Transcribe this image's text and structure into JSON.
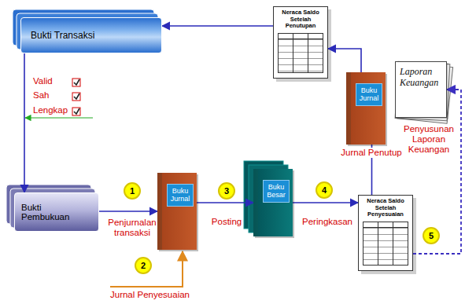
{
  "diagram": {
    "nodes": [
      {
        "text": [
          "Bukti Transaksi"
        ]
      },
      {
        "text": [
          "Neraca Saldo Setelah Penutupan"
        ]
      },
      {
        "text": [
          "Buku Jurnal"
        ]
      },
      {
        "text": [
          "Laporan Keuangan"
        ]
      },
      {
        "text": [
          "Bukti Pembukuan"
        ]
      },
      {
        "text": [
          "1"
        ]
      },
      {
        "text": [
          "Buku Jurnal"
        ]
      },
      {
        "text": [
          "3"
        ]
      },
      {
        "text": [
          "Buku Besar"
        ]
      },
      {
        "text": [
          "4"
        ]
      },
      {
        "text": [
          "Neraca Saldo Setelah Penyesuaian"
        ]
      },
      {
        "text": [
          "5"
        ]
      },
      {
        "text": [
          "2"
        ]
      }
    ],
    "edges": [
      {
        "from": 0,
        "to": 4,
        "arrow": "to"
      },
      {
        "from": 4,
        "to": 6,
        "label": "Penjurnalan transaksi",
        "arrow": "to"
      },
      {
        "from": 6,
        "to": 8,
        "label": "Posting",
        "arrow": "to"
      },
      {
        "from": 8,
        "to": 10,
        "label": "Peringkasan",
        "arrow": "to"
      },
      {
        "from": 10,
        "to": 2,
        "label": "Jurnal Penutup",
        "arrow": "none"
      },
      {
        "from": 2,
        "to": 1,
        "arrow": "to"
      },
      {
        "from": 1,
        "to": 0,
        "arrow": "to"
      },
      {
        "from": 10,
        "to": 3,
        "label": "Penyusunan Laporan Keuangan",
        "arrow": "to"
      }
    ],
    "labels": [
      "Valid",
      "Sah",
      "Lengkap",
      "Jurnal Penyesuaian"
    ]
  }
}
